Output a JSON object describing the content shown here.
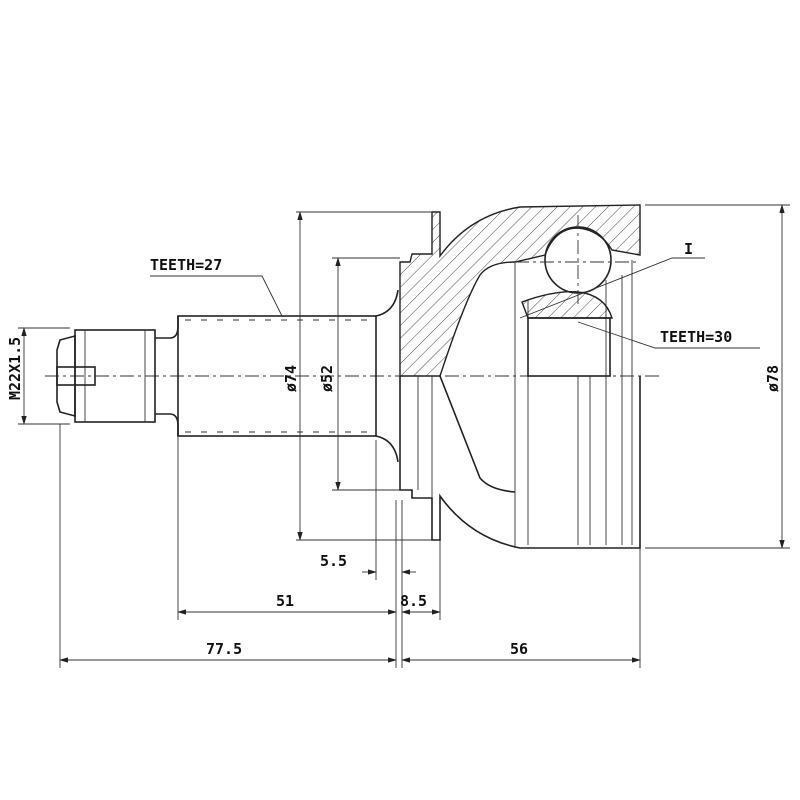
{
  "drawing": {
    "callouts": {
      "spline_shaft": "TEETH=27",
      "inner_spline": "TEETH=30",
      "section_mark": "I",
      "thread": "M22X1.5"
    },
    "dimensions": {
      "dia_flange": "ø74",
      "dia_hub": "ø52",
      "dia_outer": "ø78",
      "gap": "5.5",
      "shaft_length": "51",
      "flange_width": "8.5",
      "stub_length": "77.5",
      "bell_length": "56"
    }
  }
}
